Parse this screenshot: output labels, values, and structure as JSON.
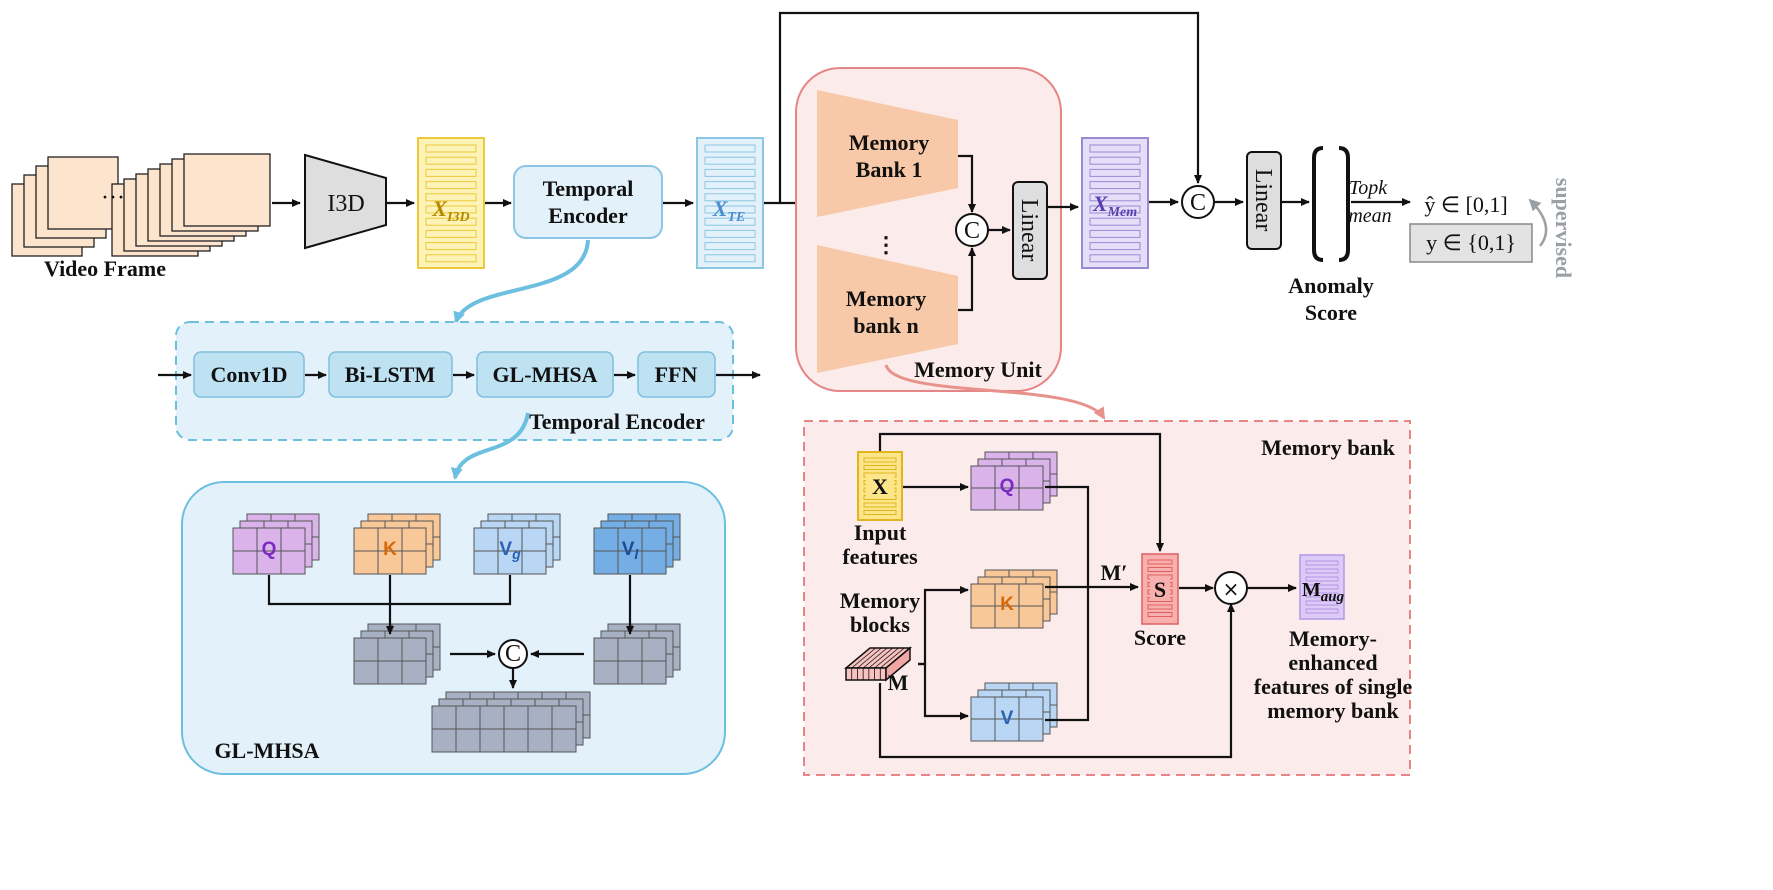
{
  "pipeline": {
    "video_frame": "Video Frame",
    "dots": "···",
    "i3d": "I3D",
    "x_i3d": "X",
    "x_i3d_sub": "I3D",
    "temporal_encoder_l1": "Temporal",
    "temporal_encoder_l2": "Encoder",
    "x_te": "X",
    "x_te_sub": "TE",
    "memory_bank_1_l1": "Memory",
    "memory_bank_1_l2": "Bank 1",
    "vdots": "⋮",
    "memory_bank_n_l1": "Memory",
    "memory_bank_n_l2": "bank n",
    "concat": "C",
    "linear": "Linear",
    "memory_unit": "Memory Unit",
    "x_mem": "X",
    "x_mem_sub": "Mem",
    "concat2": "C",
    "linear2": "Linear",
    "topk": "Topk",
    "mean": "mean",
    "anomaly_score_l1": "Anomaly",
    "anomaly_score_l2": "Score",
    "y_hat": "ŷ ∈ [0,1]",
    "y": "y ∈ {0,1}",
    "supervised": "supervised"
  },
  "temporal_encoder_detail": {
    "modules": [
      "Conv1D",
      "Bi-LSTM",
      "GL-MHSA",
      "FFN"
    ],
    "caption": "Temporal Encoder"
  },
  "gl_mhsa": {
    "q": "Q",
    "k": "K",
    "vg": "V",
    "vg_sub": "g",
    "vl": "V",
    "vl_sub": "l",
    "concat": "C",
    "caption": "GL-MHSA"
  },
  "memory_bank": {
    "title": "Memory bank",
    "x": "X",
    "input_l1": "Input",
    "input_l2": "features",
    "q": "Q",
    "k": "K",
    "v": "V",
    "memory_blocks_l1": "Memory",
    "memory_blocks_l2": "blocks",
    "m": "M",
    "m_prime": "M′",
    "s": "S",
    "score": "Score",
    "multiply": "×",
    "m_aug": "M",
    "m_aug_sub": "aug",
    "output_lines": [
      "Memory-",
      "enhanced",
      "features of single",
      "memory bank"
    ]
  },
  "colors": {
    "yellow_fill": "#fdf3b6",
    "yellow_stroke": "#ecc83a",
    "blue_fill": "#e3f1fa",
    "blue_stroke": "#8cc6e4",
    "lavender_fill": "#e4def8",
    "lavender_stroke": "#9a8ad4",
    "salmon_fill": "#f8c9a8",
    "pink_bg": "#fcebeb",
    "pink_stroke": "#e58585",
    "q_fill": "#d9b3ea",
    "k_fill": "#f8c899",
    "v_fill": "#b9d6f4",
    "vl_fill": "#74aee5",
    "gray_fill": "#a8b1c4",
    "curve_blue": "#6dbfe0",
    "curve_pink": "#e8928c",
    "text_purple": "#7a2ac0",
    "text_orange": "#d56a0c",
    "text_blue": "#2c62b3",
    "text_gold": "#b88900"
  }
}
